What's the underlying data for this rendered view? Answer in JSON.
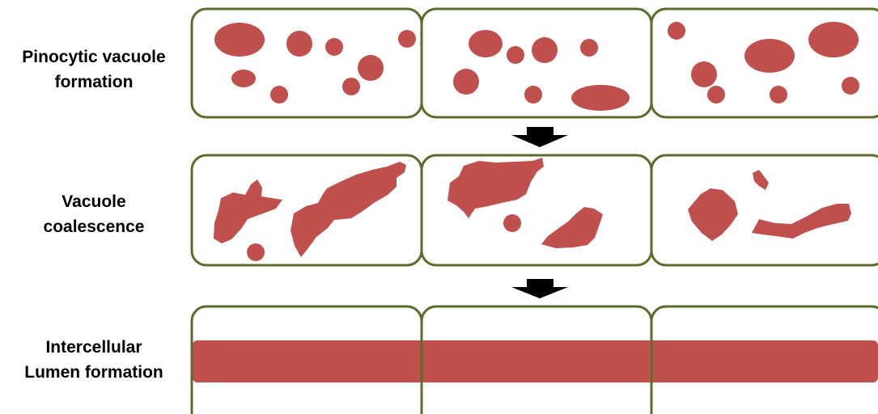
{
  "stages": [
    {
      "label_lines": [
        "Pinocytic vacuole",
        "formation"
      ]
    },
    {
      "label_lines": [
        "Vacuole",
        "coalescence"
      ]
    },
    {
      "label_lines": [
        "Intercellular",
        "Lumen formation"
      ]
    }
  ],
  "colors": {
    "cell_border": "#5a6b2a",
    "vacuole": "#c0504d",
    "arrow": "#000000",
    "background": "#ffffff"
  }
}
